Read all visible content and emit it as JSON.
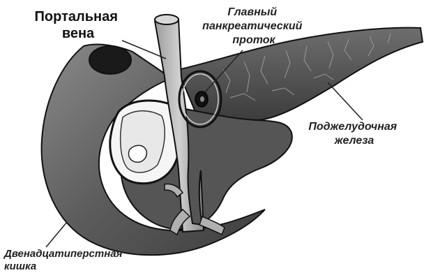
{
  "labels": {
    "portal_vein": [
      "Портальная",
      "вена"
    ],
    "main_duct": [
      "Главный",
      "панкреатический",
      "проток"
    ],
    "pancreas": [
      "Поджелудочная",
      "железа"
    ],
    "duodenum": [
      "Двенадцатиперстная",
      "кишка"
    ]
  },
  "colors": {
    "background": "#ffffff",
    "organ_dark": "#4a4a4a",
    "organ_mid": "#6c6c6c",
    "organ_light": "#9a9a9a",
    "vein": "#b9b9b9",
    "outline": "#111111",
    "leader": "#222222"
  }
}
